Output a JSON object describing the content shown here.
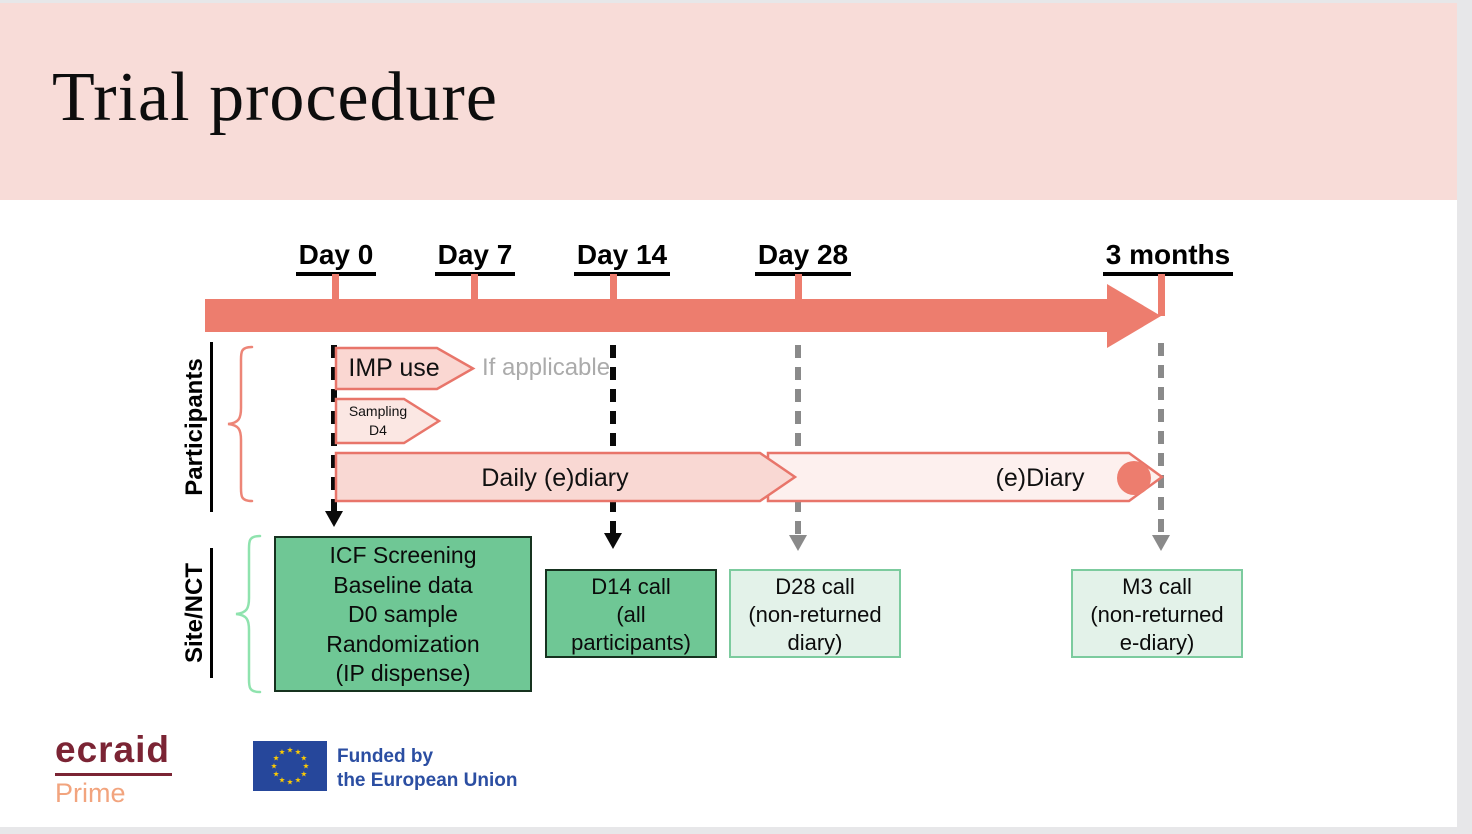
{
  "title": "Trial procedure",
  "timeline": {
    "milestones": [
      "Day 0",
      "Day 7",
      "Day 14",
      "Day 28",
      "3 months"
    ]
  },
  "participants": {
    "label": "Participants",
    "imp_use": "IMP use",
    "if_applicable": "If applicable",
    "sampling_line1": "Sampling",
    "sampling_line2": "D4",
    "daily_diary": "Daily (e)diary",
    "ediary": "(e)Diary"
  },
  "site": {
    "label": "Site/NCT",
    "d0_box_lines": [
      "ICF Screening",
      "Baseline data",
      "D0 sample",
      "Randomization",
      "(IP dispense)"
    ],
    "d14_box_lines": [
      "D14 call",
      "(all",
      "participants)"
    ],
    "d28_box_lines": [
      "D28 call",
      "(non-returned",
      "diary)"
    ],
    "m3_box_lines": [
      "M3 call",
      "(non-returned",
      "e-diary)"
    ]
  },
  "footer": {
    "ecraid": "ecraid",
    "prime": "Prime",
    "eu_funding_line1": "Funded by",
    "eu_funding_line2": "the European Union"
  },
  "colors": {
    "accent_salmon": "#ED7D6E",
    "header_pink": "#F8DCD8",
    "shape_pink_fill": "#F9D8D3",
    "shape_pink_light_fill": "#FDF0EE",
    "green_fill": "#6FC795",
    "light_green_fill": "#E3F2E9",
    "light_green_border": "#7CCB9E",
    "gray_note_text": "#ABABAB",
    "ecraid_maroon": "#7B2434",
    "prime_orange": "#F2A47E",
    "eu_blue": "#2B4EA2",
    "eu_star_yellow": "#FFCC00"
  }
}
